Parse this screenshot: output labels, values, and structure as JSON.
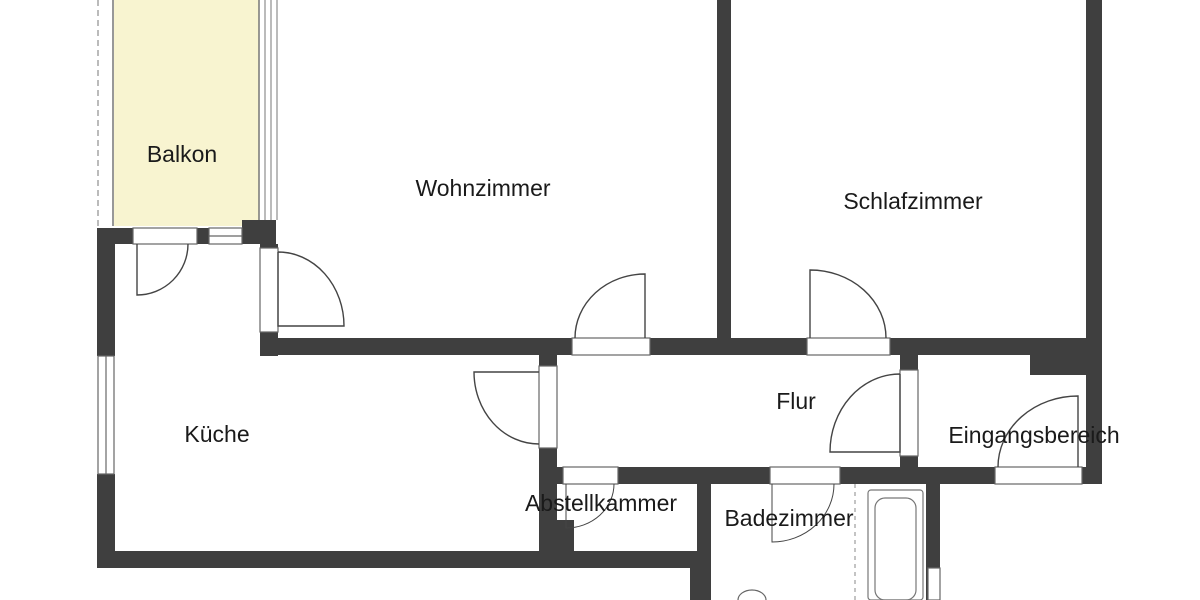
{
  "floorplan": {
    "rooms": {
      "balkon": "Balkon",
      "wohnzimmer": "Wohnzimmer",
      "schlafzimmer": "Schlafzimmer",
      "kueche": "Küche",
      "flur": "Flur",
      "eingangsbereich": "Eingangsbereich",
      "abstellkammer": "Abstellkammer",
      "badezimmer": "Badezimmer"
    },
    "colors": {
      "wall": "#3f3f3f",
      "balcony_fill": "#f8f4d0",
      "background": "#ffffff",
      "line": "#555555"
    }
  }
}
